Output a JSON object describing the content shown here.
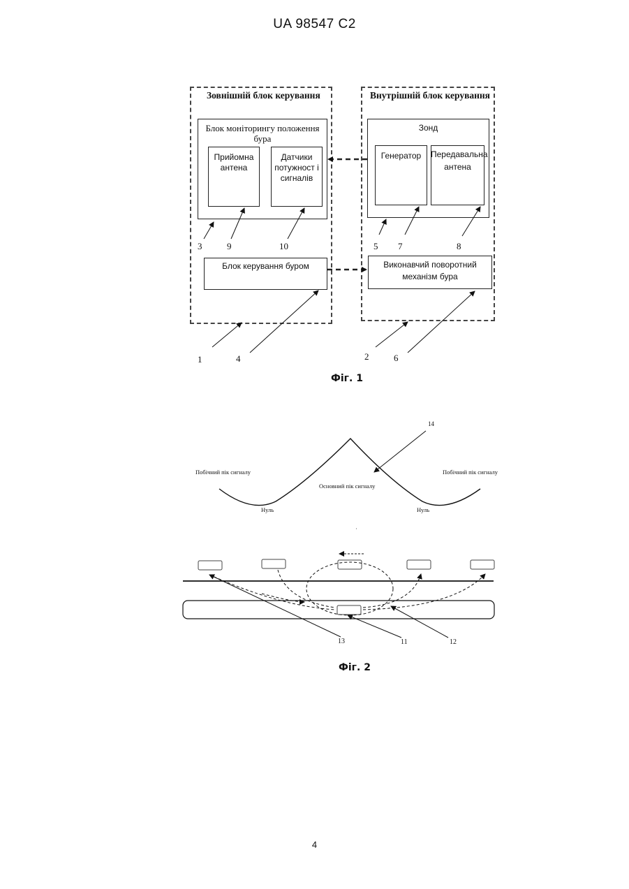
{
  "header": {
    "doc_id": "UA   98547   C2"
  },
  "figure1": {
    "outer_block": "Зовнішній блок керування",
    "inner_block": "Внутрішній блок керування",
    "monitor_block": "Блок моніторингу положення бура",
    "receiving_antenna": "Прийомна антена",
    "sensors": "Датчики потужност і сигналів",
    "probe": "Зонд",
    "generator": "Генератор",
    "transmitting_antenna": "Передавальна антена",
    "drill_control": "Блок керування буром",
    "rotary_mechanism": "Виконавчий поворотний механізм бура",
    "refs": {
      "n1": "1",
      "n2": "2",
      "n3": "3",
      "n4": "4",
      "n5": "5",
      "n6": "6",
      "n7": "7",
      "n8": "8",
      "n9": "9",
      "n10": "10"
    },
    "caption": "Фіг. 1"
  },
  "figure2": {
    "side_peak_left": "Побічний пік сигналу",
    "side_peak_right": "Побічний пік сигналу",
    "main_peak": "Основний пік сигналу",
    "null_left": "Нуль",
    "null_right": "Нуль",
    "refs": {
      "n11": "11",
      "n12": "12",
      "n13": "13",
      "n14": "14"
    },
    "caption": "Фіг. 2"
  },
  "footer": {
    "page_number": "4"
  }
}
